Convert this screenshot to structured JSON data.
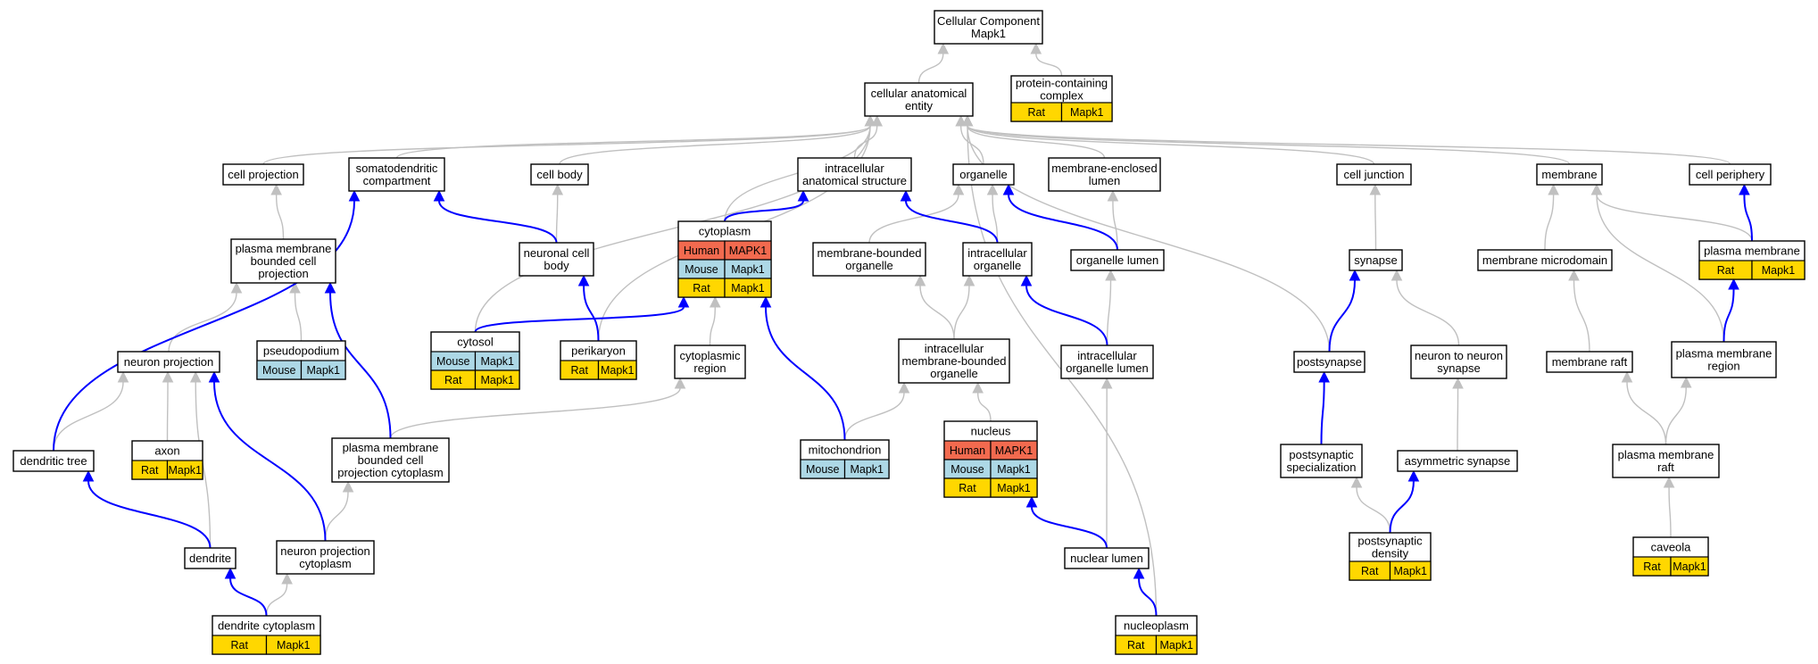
{
  "colors": {
    "human": "#f26a4f",
    "mouse": "#add8e6",
    "rat": "#ffd700",
    "edge_is_a": "#c0c0c0",
    "edge_part_of": "#0000ff"
  },
  "nodes": {
    "root": {
      "lines": [
        "Cellular Component",
        "Mapk1"
      ]
    },
    "cellular_anatomical_entity": {
      "lines": [
        "cellular anatomical",
        "entity"
      ]
    },
    "protein_containing_complex": {
      "lines": [
        "protein-containing",
        "complex"
      ],
      "rows": [
        [
          {
            "species": "rat",
            "label": "Rat"
          },
          {
            "species": "rat",
            "label": "Mapk1"
          }
        ]
      ]
    },
    "cell_projection": {
      "lines": [
        "cell projection"
      ]
    },
    "somatodendritic_compartment": {
      "lines": [
        "somatodendritic",
        "compartment"
      ]
    },
    "cell_body": {
      "lines": [
        "cell body"
      ]
    },
    "intracellular_anatomical_structure": {
      "lines": [
        "intracellular",
        "anatomical structure"
      ]
    },
    "organelle": {
      "lines": [
        "organelle"
      ]
    },
    "membrane_enclosed_lumen": {
      "lines": [
        "membrane-enclosed",
        "lumen"
      ]
    },
    "cell_junction": {
      "lines": [
        "cell junction"
      ]
    },
    "membrane": {
      "lines": [
        "membrane"
      ]
    },
    "cell_periphery": {
      "lines": [
        "cell periphery"
      ]
    },
    "cytoplasm": {
      "lines": [
        "cytoplasm"
      ],
      "rows": [
        [
          {
            "species": "human",
            "label": "Human"
          },
          {
            "species": "human",
            "label": "MAPK1"
          }
        ],
        [
          {
            "species": "mouse",
            "label": "Mouse"
          },
          {
            "species": "mouse",
            "label": "Mapk1"
          }
        ],
        [
          {
            "species": "rat",
            "label": "Rat"
          },
          {
            "species": "rat",
            "label": "Mapk1"
          }
        ]
      ]
    },
    "plasma_membrane_bounded_cell_projection": {
      "lines": [
        "plasma membrane",
        "bounded cell",
        "projection"
      ]
    },
    "neuronal_cell_body": {
      "lines": [
        "neuronal cell",
        "body"
      ]
    },
    "membrane_bounded_organelle": {
      "lines": [
        "membrane-bounded",
        "organelle"
      ]
    },
    "intracellular_organelle": {
      "lines": [
        "intracellular",
        "organelle"
      ]
    },
    "organelle_lumen": {
      "lines": [
        "organelle lumen"
      ]
    },
    "synapse": {
      "lines": [
        "synapse"
      ]
    },
    "membrane_microdomain": {
      "lines": [
        "membrane microdomain"
      ]
    },
    "plasma_membrane": {
      "lines": [
        "plasma membrane"
      ],
      "rows": [
        [
          {
            "species": "rat",
            "label": "Rat"
          },
          {
            "species": "rat",
            "label": "Mapk1"
          }
        ]
      ]
    },
    "neuron_projection": {
      "lines": [
        "neuron projection"
      ]
    },
    "pseudopodium": {
      "lines": [
        "pseudopodium"
      ],
      "rows": [
        [
          {
            "species": "mouse",
            "label": "Mouse"
          },
          {
            "species": "mouse",
            "label": "Mapk1"
          }
        ]
      ]
    },
    "cytosol": {
      "lines": [
        "cytosol"
      ],
      "rows": [
        [
          {
            "species": "mouse",
            "label": "Mouse"
          },
          {
            "species": "mouse",
            "label": "Mapk1"
          }
        ],
        [
          {
            "species": "rat",
            "label": "Rat"
          },
          {
            "species": "rat",
            "label": "Mapk1"
          }
        ]
      ]
    },
    "perikaryon": {
      "lines": [
        "perikaryon"
      ],
      "rows": [
        [
          {
            "species": "rat",
            "label": "Rat"
          },
          {
            "species": "rat",
            "label": "Mapk1"
          }
        ]
      ]
    },
    "cytoplasmic_region": {
      "lines": [
        "cytoplasmic",
        "region"
      ]
    },
    "intracellular_membrane_bounded_organelle": {
      "lines": [
        "intracellular",
        "membrane-bounded",
        "organelle"
      ]
    },
    "intracellular_organelle_lumen": {
      "lines": [
        "intracellular",
        "organelle lumen"
      ]
    },
    "postsynapse": {
      "lines": [
        "postsynapse"
      ]
    },
    "neuron_to_neuron_synapse": {
      "lines": [
        "neuron to neuron",
        "synapse"
      ]
    },
    "membrane_raft": {
      "lines": [
        "membrane raft"
      ]
    },
    "plasma_membrane_region": {
      "lines": [
        "plasma membrane",
        "region"
      ]
    },
    "dendritic_tree": {
      "lines": [
        "dendritic tree"
      ]
    },
    "axon": {
      "lines": [
        "axon"
      ],
      "rows": [
        [
          {
            "species": "rat",
            "label": "Rat"
          },
          {
            "species": "rat",
            "label": "Mapk1"
          }
        ]
      ]
    },
    "plasma_membrane_bounded_cell_projection_cytoplasm": {
      "lines": [
        "plasma membrane",
        "bounded cell",
        "projection cytoplasm"
      ]
    },
    "mitochondrion": {
      "lines": [
        "mitochondrion"
      ],
      "rows": [
        [
          {
            "species": "mouse",
            "label": "Mouse"
          },
          {
            "species": "mouse",
            "label": "Mapk1"
          }
        ]
      ]
    },
    "nucleus": {
      "lines": [
        "nucleus"
      ],
      "rows": [
        [
          {
            "species": "human",
            "label": "Human"
          },
          {
            "species": "human",
            "label": "MAPK1"
          }
        ],
        [
          {
            "species": "mouse",
            "label": "Mouse"
          },
          {
            "species": "mouse",
            "label": "Mapk1"
          }
        ],
        [
          {
            "species": "rat",
            "label": "Rat"
          },
          {
            "species": "rat",
            "label": "Mapk1"
          }
        ]
      ]
    },
    "postsynaptic_specialization": {
      "lines": [
        "postsynaptic",
        "specialization"
      ]
    },
    "asymmetric_synapse": {
      "lines": [
        "asymmetric synapse"
      ]
    },
    "plasma_membrane_raft": {
      "lines": [
        "plasma membrane",
        "raft"
      ]
    },
    "dendrite": {
      "lines": [
        "dendrite"
      ]
    },
    "neuron_projection_cytoplasm": {
      "lines": [
        "neuron projection",
        "cytoplasm"
      ]
    },
    "nuclear_lumen": {
      "lines": [
        "nuclear lumen"
      ]
    },
    "postsynaptic_density": {
      "lines": [
        "postsynaptic",
        "density"
      ],
      "rows": [
        [
          {
            "species": "rat",
            "label": "Rat"
          },
          {
            "species": "rat",
            "label": "Mapk1"
          }
        ]
      ]
    },
    "caveola": {
      "lines": [
        "caveola"
      ],
      "rows": [
        [
          {
            "species": "rat",
            "label": "Rat"
          },
          {
            "species": "rat",
            "label": "Mapk1"
          }
        ]
      ]
    },
    "dendrite_cytoplasm": {
      "lines": [
        "dendrite cytoplasm"
      ],
      "rows": [
        [
          {
            "species": "rat",
            "label": "Rat"
          },
          {
            "species": "rat",
            "label": "Mapk1"
          }
        ]
      ]
    },
    "nucleoplasm": {
      "lines": [
        "nucleoplasm"
      ],
      "rows": [
        [
          {
            "species": "rat",
            "label": "Rat"
          },
          {
            "species": "rat",
            "label": "Mapk1"
          }
        ]
      ]
    }
  },
  "edges": [
    {
      "from": "cellular_anatomical_entity",
      "to": "root",
      "type": "is_a"
    },
    {
      "from": "protein_containing_complex",
      "to": "root",
      "type": "is_a"
    },
    {
      "from": "cell_projection",
      "to": "cellular_anatomical_entity",
      "type": "is_a"
    },
    {
      "from": "somatodendritic_compartment",
      "to": "cellular_anatomical_entity",
      "type": "is_a"
    },
    {
      "from": "cell_body",
      "to": "cellular_anatomical_entity",
      "type": "is_a"
    },
    {
      "from": "intracellular_anatomical_structure",
      "to": "cellular_anatomical_entity",
      "type": "is_a"
    },
    {
      "from": "organelle",
      "to": "cellular_anatomical_entity",
      "type": "is_a"
    },
    {
      "from": "membrane_enclosed_lumen",
      "to": "cellular_anatomical_entity",
      "type": "is_a"
    },
    {
      "from": "cell_junction",
      "to": "cellular_anatomical_entity",
      "type": "is_a"
    },
    {
      "from": "membrane",
      "to": "cellular_anatomical_entity",
      "type": "is_a"
    },
    {
      "from": "cell_periphery",
      "to": "cellular_anatomical_entity",
      "type": "is_a"
    },
    {
      "from": "cytosol",
      "to": "cellular_anatomical_entity",
      "type": "is_a"
    },
    {
      "from": "perikaryon",
      "to": "cellular_anatomical_entity",
      "type": "is_a"
    },
    {
      "from": "cytoplasm",
      "to": "cellular_anatomical_entity",
      "type": "is_a"
    },
    {
      "from": "postsynapse",
      "to": "cellular_anatomical_entity",
      "type": "is_a"
    },
    {
      "from": "nucleoplasm",
      "to": "cellular_anatomical_entity",
      "type": "is_a"
    },
    {
      "from": "cytoplasm",
      "to": "intracellular_anatomical_structure",
      "type": "part_of"
    },
    {
      "from": "plasma_membrane_bounded_cell_projection",
      "to": "cell_projection",
      "type": "is_a"
    },
    {
      "from": "neuronal_cell_body",
      "to": "cell_body",
      "type": "is_a"
    },
    {
      "from": "neuronal_cell_body",
      "to": "somatodendritic_compartment",
      "type": "part_of"
    },
    {
      "from": "membrane_bounded_organelle",
      "to": "organelle",
      "type": "is_a"
    },
    {
      "from": "intracellular_organelle",
      "to": "organelle",
      "type": "is_a"
    },
    {
      "from": "intracellular_organelle",
      "to": "intracellular_anatomical_structure",
      "type": "part_of"
    },
    {
      "from": "organelle_lumen",
      "to": "membrane_enclosed_lumen",
      "type": "is_a"
    },
    {
      "from": "organelle_lumen",
      "to": "organelle",
      "type": "part_of"
    },
    {
      "from": "synapse",
      "to": "cell_junction",
      "type": "is_a"
    },
    {
      "from": "membrane_microdomain",
      "to": "membrane",
      "type": "is_a"
    },
    {
      "from": "plasma_membrane",
      "to": "membrane",
      "type": "is_a"
    },
    {
      "from": "plasma_membrane",
      "to": "cell_periphery",
      "type": "part_of"
    },
    {
      "from": "neuron_projection",
      "to": "plasma_membrane_bounded_cell_projection",
      "type": "is_a"
    },
    {
      "from": "pseudopodium",
      "to": "plasma_membrane_bounded_cell_projection",
      "type": "is_a"
    },
    {
      "from": "cytosol",
      "to": "cytoplasm",
      "type": "part_of"
    },
    {
      "from": "perikaryon",
      "to": "neuronal_cell_body",
      "type": "part_of"
    },
    {
      "from": "cytoplasmic_region",
      "to": "cytoplasm",
      "type": "is_a"
    },
    {
      "from": "intracellular_membrane_bounded_organelle",
      "to": "membrane_bounded_organelle",
      "type": "is_a"
    },
    {
      "from": "intracellular_membrane_bounded_organelle",
      "to": "intracellular_organelle",
      "type": "is_a"
    },
    {
      "from": "intracellular_organelle_lumen",
      "to": "organelle_lumen",
      "type": "is_a"
    },
    {
      "from": "intracellular_organelle_lumen",
      "to": "intracellular_organelle",
      "type": "part_of"
    },
    {
      "from": "postsynapse",
      "to": "synapse",
      "type": "part_of"
    },
    {
      "from": "neuron_to_neuron_synapse",
      "to": "synapse",
      "type": "is_a"
    },
    {
      "from": "membrane_raft",
      "to": "membrane_microdomain",
      "type": "is_a"
    },
    {
      "from": "plasma_membrane_region",
      "to": "membrane",
      "type": "is_a"
    },
    {
      "from": "plasma_membrane_region",
      "to": "plasma_membrane",
      "type": "part_of"
    },
    {
      "from": "dendritic_tree",
      "to": "neuron_projection",
      "type": "is_a"
    },
    {
      "from": "dendritic_tree",
      "to": "somatodendritic_compartment",
      "type": "part_of"
    },
    {
      "from": "axon",
      "to": "neuron_projection",
      "type": "is_a"
    },
    {
      "from": "plasma_membrane_bounded_cell_projection_cytoplasm",
      "to": "cytoplasmic_region",
      "type": "is_a"
    },
    {
      "from": "plasma_membrane_bounded_cell_projection_cytoplasm",
      "to": "plasma_membrane_bounded_cell_projection",
      "type": "part_of"
    },
    {
      "from": "mitochondrion",
      "to": "intracellular_membrane_bounded_organelle",
      "type": "is_a"
    },
    {
      "from": "mitochondrion",
      "to": "cytoplasm",
      "type": "part_of"
    },
    {
      "from": "nucleus",
      "to": "intracellular_membrane_bounded_organelle",
      "type": "is_a"
    },
    {
      "from": "postsynaptic_specialization",
      "to": "postsynapse",
      "type": "part_of"
    },
    {
      "from": "asymmetric_synapse",
      "to": "neuron_to_neuron_synapse",
      "type": "is_a"
    },
    {
      "from": "plasma_membrane_raft",
      "to": "membrane_raft",
      "type": "is_a"
    },
    {
      "from": "plasma_membrane_raft",
      "to": "plasma_membrane_region",
      "type": "is_a"
    },
    {
      "from": "dendrite",
      "to": "neuron_projection",
      "type": "is_a"
    },
    {
      "from": "dendrite",
      "to": "dendritic_tree",
      "type": "part_of"
    },
    {
      "from": "neuron_projection_cytoplasm",
      "to": "plasma_membrane_bounded_cell_projection_cytoplasm",
      "type": "is_a"
    },
    {
      "from": "neuron_projection_cytoplasm",
      "to": "neuron_projection",
      "type": "part_of"
    },
    {
      "from": "nuclear_lumen",
      "to": "intracellular_organelle_lumen",
      "type": "is_a"
    },
    {
      "from": "nuclear_lumen",
      "to": "nucleus",
      "type": "part_of"
    },
    {
      "from": "postsynaptic_density",
      "to": "postsynaptic_specialization",
      "type": "is_a"
    },
    {
      "from": "postsynaptic_density",
      "to": "asymmetric_synapse",
      "type": "part_of"
    },
    {
      "from": "caveola",
      "to": "plasma_membrane_raft",
      "type": "is_a"
    },
    {
      "from": "dendrite_cytoplasm",
      "to": "neuron_projection_cytoplasm",
      "type": "is_a"
    },
    {
      "from": "dendrite_cytoplasm",
      "to": "dendrite",
      "type": "part_of"
    },
    {
      "from": "nucleoplasm",
      "to": "nuclear_lumen",
      "type": "part_of"
    }
  ]
}
